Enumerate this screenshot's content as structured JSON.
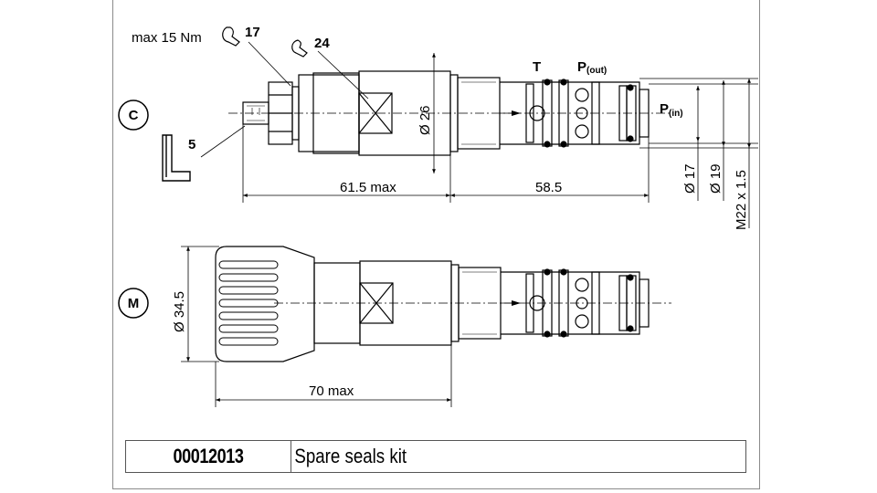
{
  "view_labels": {
    "c": "C",
    "m": "M"
  },
  "torque": "max 15 Nm",
  "wrench_17": "17",
  "wrench_24": "24",
  "hex_key": "5",
  "port_t": "T",
  "port_p_out_main": "P",
  "port_p_out_sub": "(out)",
  "port_p_in_main": "P",
  "port_p_in_sub": "(in)",
  "dim_26": "Ø 26",
  "dim_17": "Ø 17",
  "dim_19": "Ø 19",
  "dim_m22": "M22 x 1.5",
  "dim_615": "61.5 max",
  "dim_585": "58.5",
  "dim_345": "Ø 34.5",
  "dim_70": "70 max",
  "kit": {
    "code": "00012013",
    "description": "Spare seals kit"
  }
}
